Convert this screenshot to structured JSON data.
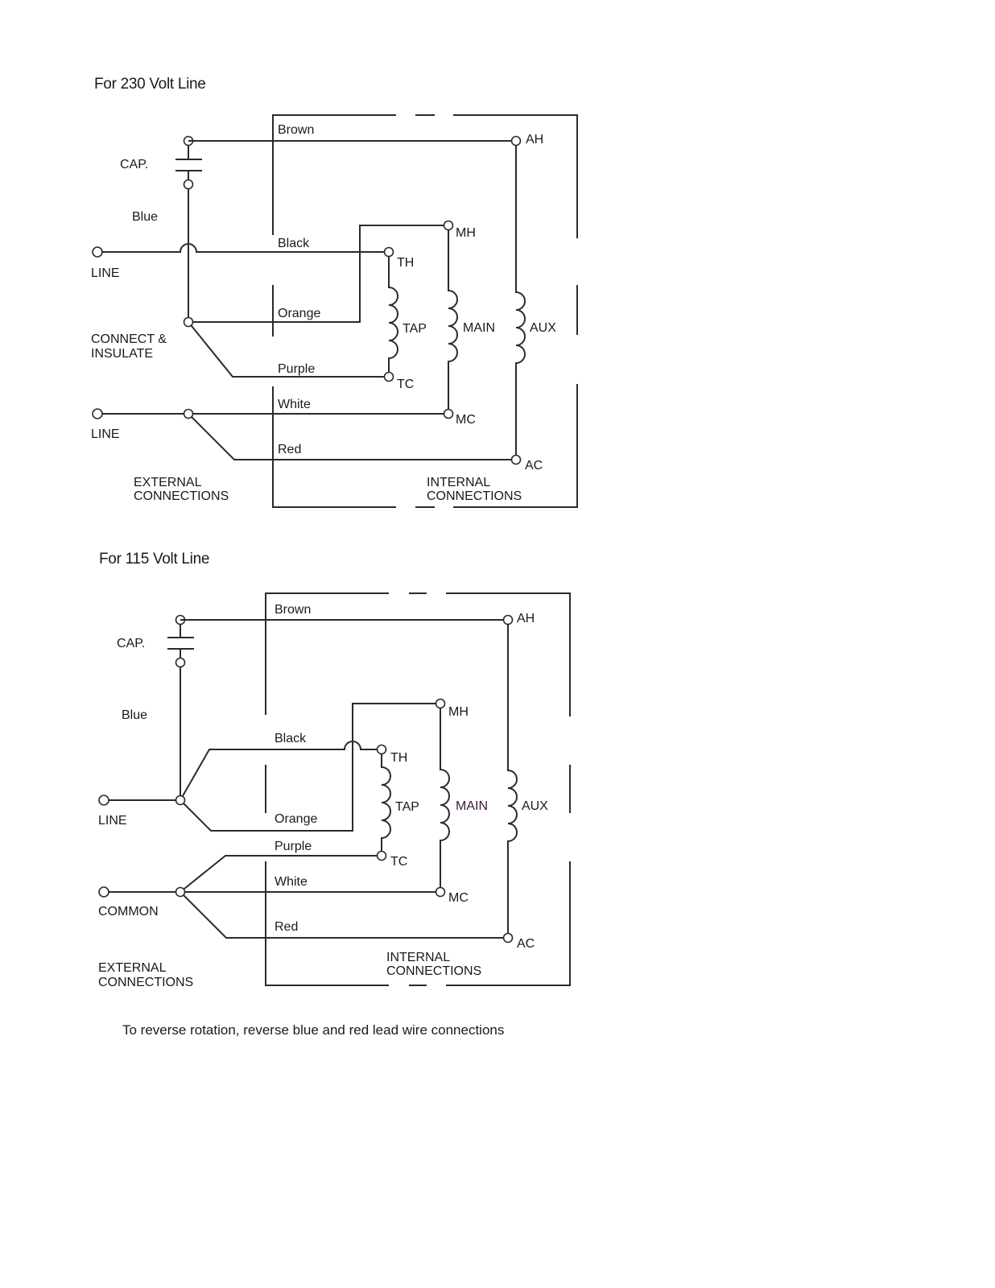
{
  "diagrams": [
    {
      "title": "For 230 Volt Line",
      "labels": {
        "cap": "CAP.",
        "blue": "Blue",
        "line1": "LINE",
        "line2": "LINE",
        "connect_insulate_1": "CONNECT &",
        "connect_insulate_2": "INSULATE",
        "brown": "Brown",
        "black": "Black",
        "orange": "Orange",
        "purple": "Purple",
        "white": "White",
        "red": "Red",
        "ah": "AH",
        "mh": "MH",
        "th": "TH",
        "tap": "TAP",
        "main": "MAIN",
        "aux": "AUX",
        "tc": "TC",
        "mc": "MC",
        "ac": "AC",
        "external_1": "EXTERNAL",
        "external_2": "CONNECTIONS",
        "internal_1": "INTERNAL",
        "internal_2": "CONNECTIONS"
      }
    },
    {
      "title": "For 115 Volt Line",
      "labels": {
        "cap": "CAP.",
        "blue": "Blue",
        "line": "LINE",
        "common": "COMMON",
        "brown": "Brown",
        "black": "Black",
        "orange": "Orange",
        "purple": "Purple",
        "white": "White",
        "red": "Red",
        "ah": "AH",
        "mh": "MH",
        "th": "TH",
        "tap": "TAP",
        "main": "MAIN",
        "aux": "AUX",
        "tc": "TC",
        "mc": "MC",
        "ac": "AC",
        "external_1": "EXTERNAL",
        "external_2": "CONNECTIONS",
        "internal_1": "INTERNAL",
        "internal_2": "CONNECTIONS"
      }
    }
  ],
  "footnote": "To reverse rotation, reverse blue and red lead wire connections",
  "colors": {
    "line": "#2a2a2a",
    "text": "#1a1a1a",
    "main_label_115": "#3d1a3d"
  }
}
